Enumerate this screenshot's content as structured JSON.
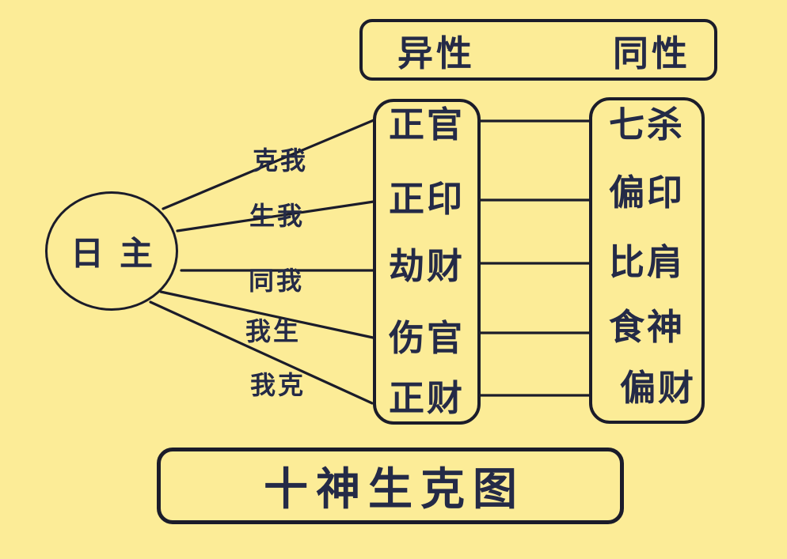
{
  "diagram": {
    "title": "十神生克图",
    "day_master": "日主",
    "headers": {
      "left": "异性",
      "right": "同性"
    },
    "relations": [
      "克我",
      "生我",
      "同我",
      "我生",
      "我克"
    ],
    "opposite_column": [
      "正官",
      "正印",
      "劫财",
      "伤官",
      "正财"
    ],
    "same_column": [
      "七杀",
      "偏印",
      "比肩",
      "食神",
      "偏财"
    ],
    "colors": {
      "background": "#fcec97",
      "ink": "#1b1c2a",
      "text": "#242a47"
    }
  }
}
